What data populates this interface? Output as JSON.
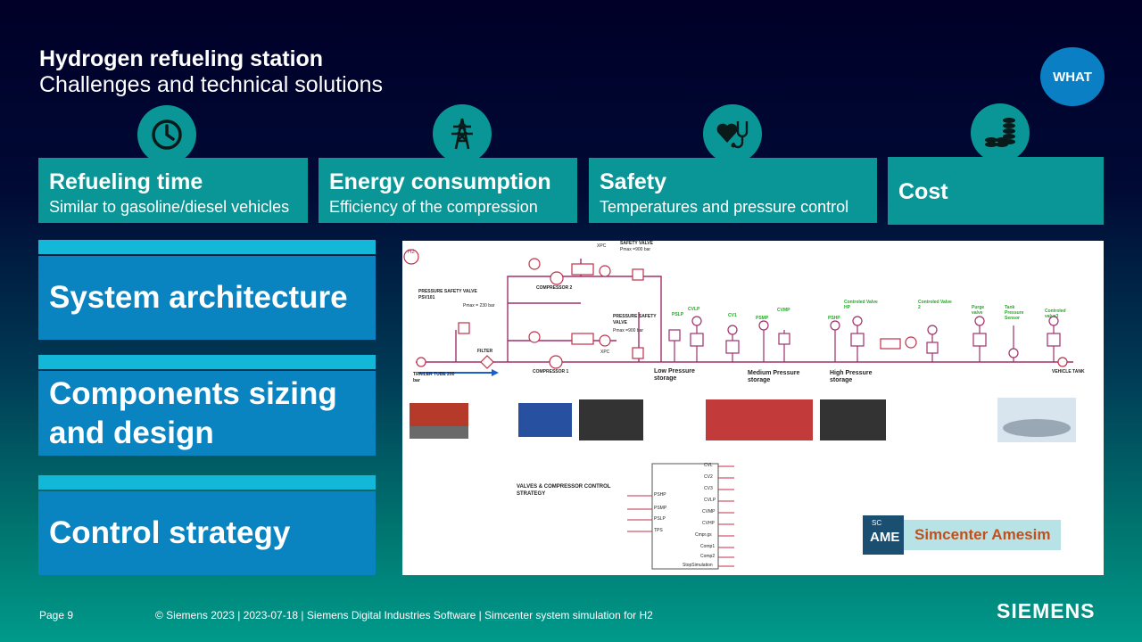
{
  "header": {
    "title": "Hydrogen refueling station",
    "subtitle": "Challenges and technical solutions",
    "badge": "WHAT"
  },
  "challenges": [
    {
      "title": "Refueling time",
      "subtitle": "Similar to gasoline/diesel vehicles",
      "icon": "clock-icon"
    },
    {
      "title": "Energy consumption",
      "subtitle": "Efficiency of the compression",
      "icon": "power-tower-icon"
    },
    {
      "title": "Safety",
      "subtitle": "Temperatures and pressure control",
      "icon": "heart-stethoscope-icon"
    },
    {
      "title": "Cost",
      "subtitle": "",
      "icon": "coins-icon"
    }
  ],
  "solutions": [
    "System architecture",
    "Components sizing and design",
    "Control strategy"
  ],
  "diagram": {
    "labels": {
      "h2": "H2",
      "trailer": "TRAILER TUBE 200 bar",
      "filter": "FILTER",
      "compressor1": "COMPRESSOR 1",
      "compressor2": "COMPRESSOR 2",
      "psv": "PRESSURE SAFETY VALVE PSV101",
      "pmax1": "Pmax = 230 bar",
      "safety_valve_top": "SAFETY VALVE",
      "pmax_top": "Pmax =900 bar",
      "psv_mid": "PRESSURE SAFETY VALVE",
      "pmax_mid": "Pmax =900 bar",
      "xpc_top": "XPC",
      "xpc_bottom": "XPC",
      "low": "Low Pressure storage",
      "medium": "Medium Pressure storage",
      "high": "High Pressure storage",
      "vehicle": "VEHICLE TANK",
      "control": "VALVES & COMPRESSOR CONTROL STRATEGY"
    },
    "green_labels": [
      "PSLP",
      "CVLP",
      "CV1",
      "PSMP",
      "CVMP",
      "PSHP",
      "Controled Valve HP",
      "Controled Valve 2",
      "Purge valve",
      "Tank Pressure Sensor",
      "Controled valve3"
    ],
    "inputs": [
      "PSHP",
      "PSMP",
      "PSLP",
      "TPS"
    ],
    "outputs": [
      "CVL",
      "CV2",
      "CV3",
      "CVLP",
      "CVMP",
      "CVHP",
      "Cmpr.gs",
      "Comp1",
      "Comp2",
      "StopSimulation"
    ],
    "brand_badge": {
      "sc": "SC",
      "ame": "AME"
    },
    "brand_name": "Simcenter Amesim"
  },
  "footer": {
    "page": "Page 9",
    "copyright_prefix": "© Siemens 2023 | 2023-07-18 | Siemens Digital Industries Software | ",
    "copyright_underlined": "Simcenter",
    "copyright_suffix": " system simulation for H2",
    "logo": "SIEMENS"
  },
  "colors": {
    "teal": "#0a9696",
    "blue": "#0a84c0",
    "cyan": "#13b8d8",
    "pipe": "#a0306a",
    "green_label": "#22aa22"
  }
}
